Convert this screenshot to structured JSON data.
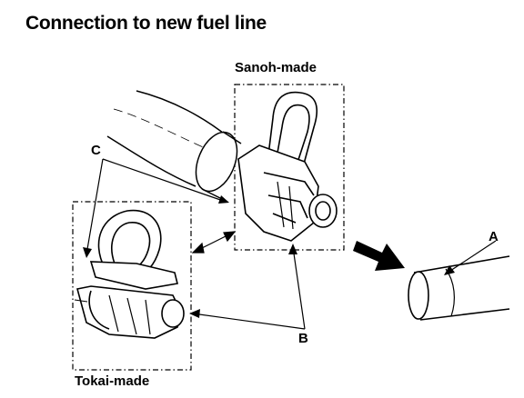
{
  "title": "Connection to new fuel line",
  "labels": {
    "sanoh": "Sanoh-made",
    "tokai": "Tokai-made",
    "a": "A",
    "b": "B",
    "c": "C"
  }
}
